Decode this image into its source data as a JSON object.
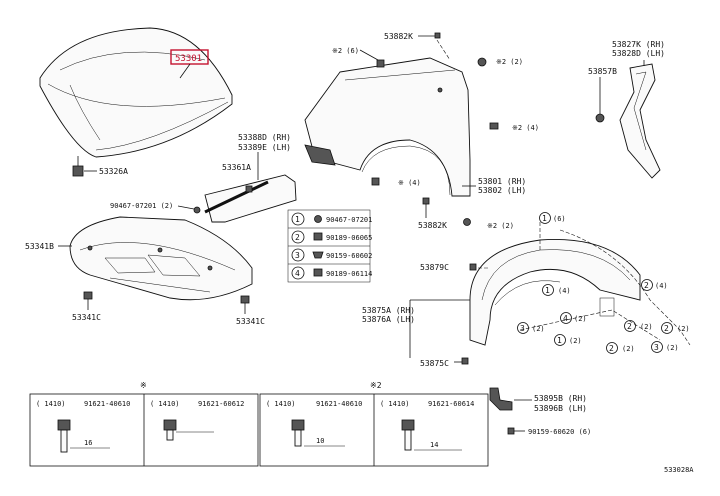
{
  "callouts": {
    "hood": "53301",
    "hood_support": "53326A",
    "hood_seal_rh": "53388D (RH)",
    "hood_seal_lh": "53389E (LH)",
    "seal_retainer": "53361A",
    "clip_qty_under": "90467-07201 (2)",
    "engine_cover": "53341B",
    "engine_cover_clip_left": "53341C",
    "engine_cover_clip_right": "53341C",
    "fender_bolt_top_ref": "※2 (6)",
    "fender_top": "53882K",
    "fender_right_ref": "※2 (2)",
    "fender_mid_ref": "※2 (4)",
    "fender_low_ref": "※ (4)",
    "fender_rh": "53801 (RH)",
    "fender_lh": "53802 (LH)",
    "fender_bracket": "53882K",
    "fender_bracket_ref": "※2 (2)",
    "seal_right_rh": "53827K (RH)",
    "seal_right_lh": "53828D (LH)",
    "seal_right_clip": "53857B",
    "liner_clip_top": "53879C",
    "liner_rh": "53875A (RH)",
    "liner_lh": "53876A (LH)",
    "liner_clip_low": "53875C",
    "mudguard_rh": "53895B (RH)",
    "mudguard_lh": "53896B (LH)",
    "mudguard_screw": "90159-60620 (6)",
    "figure_code": "533028A"
  },
  "circle_legend": [
    {
      "num": "1",
      "part": "90467-07201"
    },
    {
      "num": "2",
      "part": "90189-06065"
    },
    {
      "num": "3",
      "part": "90159-60602"
    },
    {
      "num": "4",
      "part": "90189-06114"
    }
  ],
  "liner_refs": [
    {
      "num": "1",
      "qty": "(6)"
    },
    {
      "num": "2",
      "qty": "(4)"
    },
    {
      "num": "1",
      "qty": "(4)"
    },
    {
      "num": "3",
      "qty": "(2)"
    },
    {
      "num": "4",
      "qty": "(2)"
    },
    {
      "num": "2",
      "qty": "(2)"
    },
    {
      "num": "1",
      "qty": "(2)"
    },
    {
      "num": "2",
      "qty": "(2)"
    },
    {
      "num": "3",
      "qty": "(2)"
    },
    {
      "num": "2",
      "qty": "(2)"
    }
  ],
  "bottom_table": {
    "group_marks": [
      "※",
      "※2"
    ],
    "cells": [
      {
        "spec": "( 1410)",
        "part": "91621-40610",
        "dim": "16"
      },
      {
        "spec": "( 1410)",
        "part": "91621-60612",
        "dim": ""
      },
      {
        "spec": "( 1410)",
        "part": "91621-40610",
        "dim": "10"
      },
      {
        "spec": "( 1410)",
        "part": "91621-60614",
        "dim": "14"
      }
    ]
  }
}
